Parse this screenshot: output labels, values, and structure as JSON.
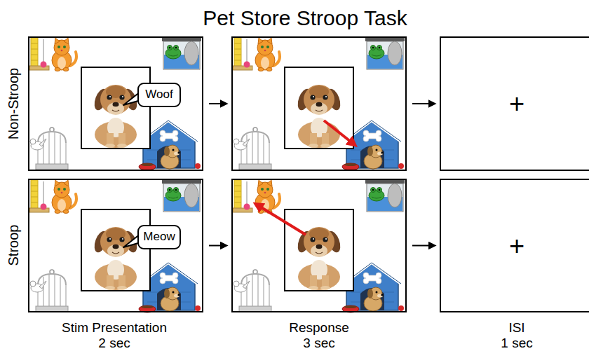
{
  "diagram": {
    "title": "Pet Store Stroop Task",
    "nodes": [
      {
        "text": []
      },
      {
        "text": [
          "Woof"
        ],
        "in": 0
      },
      {
        "text": []
      },
      {
        "text": [
          "+"
        ]
      },
      {
        "text": []
      },
      {
        "text": [
          "Meow"
        ],
        "in": 4
      },
      {
        "text": []
      },
      {
        "text": [
          "+"
        ]
      }
    ],
    "edges": [
      {
        "from": 0,
        "to": 2,
        "arrow": "to"
      },
      {
        "from": 2,
        "to": 3,
        "arrow": "to"
      },
      {
        "from": 4,
        "to": 6,
        "arrow": "to"
      },
      {
        "from": 6,
        "to": 7,
        "arrow": "to"
      }
    ],
    "labels": [
      "Non-Stroop",
      "Stroop",
      "Stim Presentation",
      "2 sec",
      "Response",
      "3 sec",
      "ISI",
      "1 sec"
    ]
  }
}
